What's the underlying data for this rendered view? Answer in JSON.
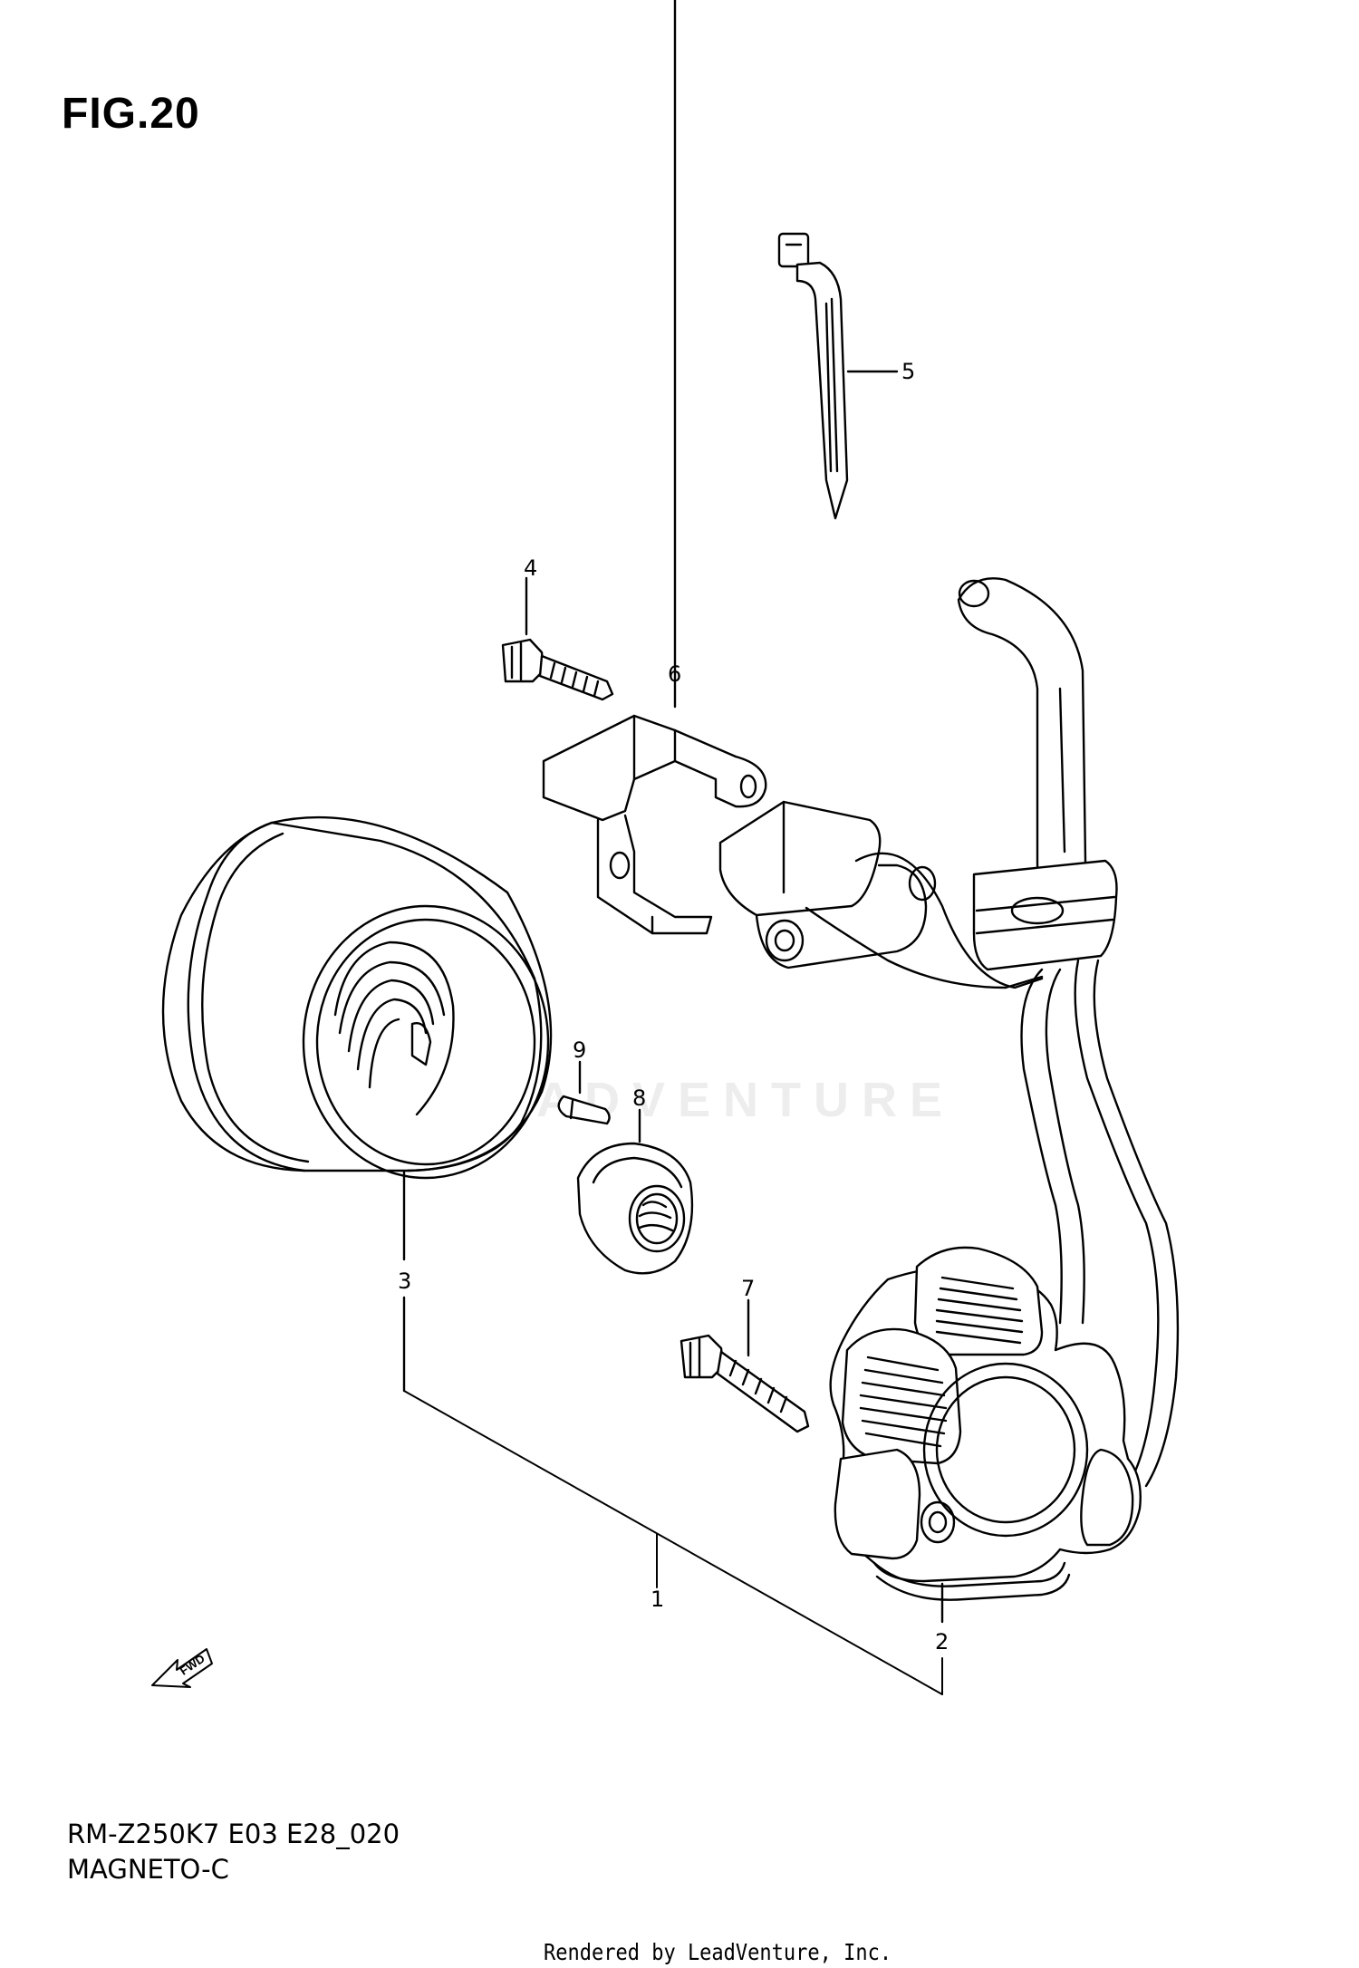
{
  "figure_title": "FIG.20",
  "model_code": "RM-Z250K7 E03 E28_020",
  "section_name": "MAGNETO-C",
  "credit": "Rendered by LeadVenture, Inc.",
  "watermark": "LEADVENTURE",
  "direction_indicator": "FWD",
  "callouts": {
    "p1": "1",
    "p2": "2",
    "p3": "3",
    "p4": "4",
    "p5": "5",
    "p6": "6",
    "p7": "7",
    "p8": "8",
    "p9": "9"
  },
  "colors": {
    "line": "#000000",
    "background": "#ffffff",
    "watermark": "#ededed"
  }
}
